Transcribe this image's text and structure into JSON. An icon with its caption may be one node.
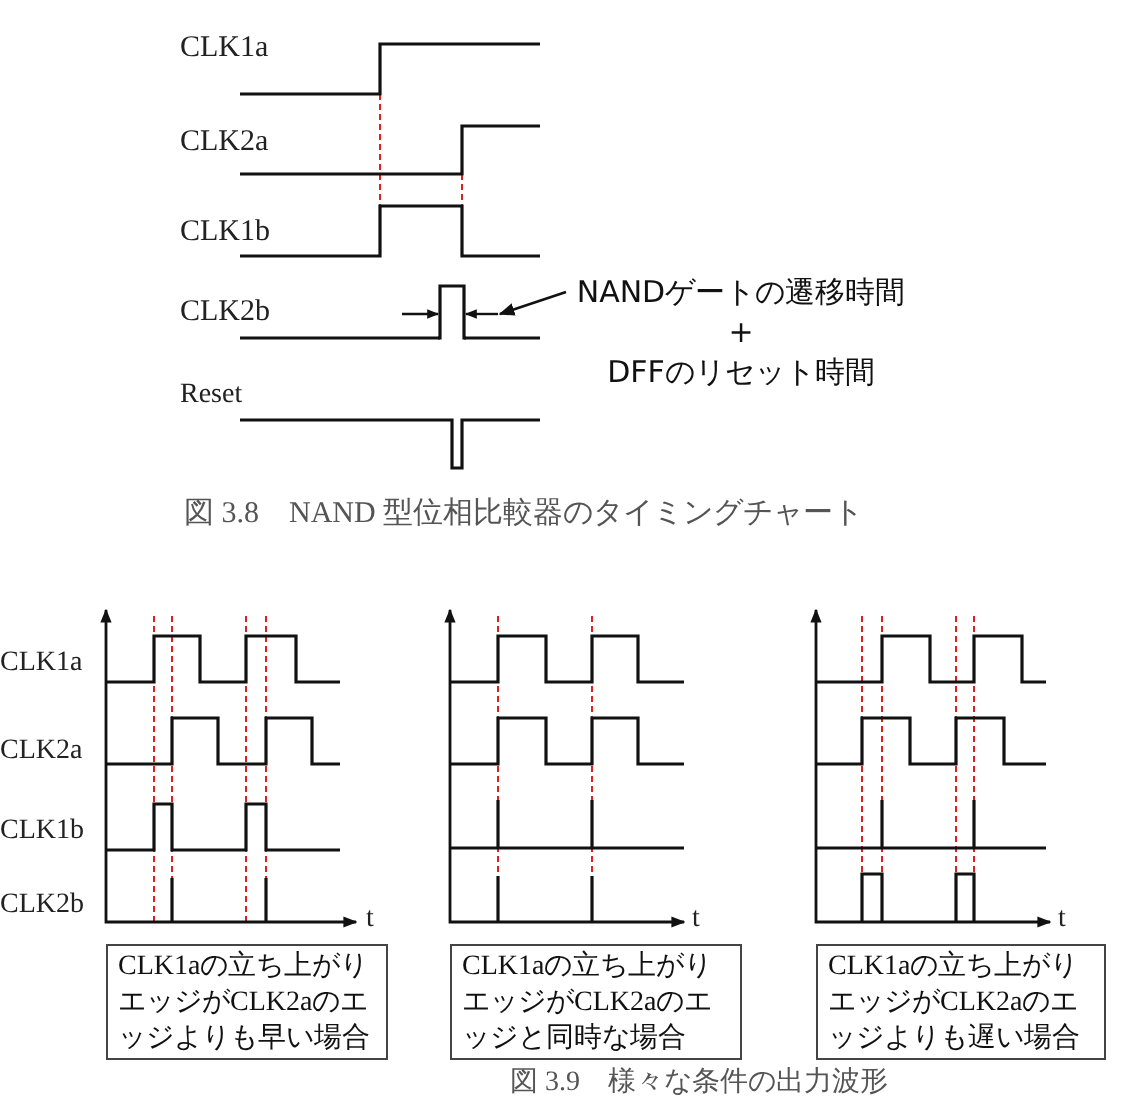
{
  "diagram": {
    "nodes": [
      {
        "text": [
          "NANDゲートの遷移時間",
          "+",
          "DFFのリセット時間"
        ]
      },
      {
        "text": [],
        "shape": "bar"
      },
      {
        "text": [
          "CLK1aの立ち上がりエッジがCLK2aのエッジよりも早い場合"
        ]
      },
      {
        "text": [
          "CLK1aの立ち上がりエッジがCLK2aのエッジと同時な場合"
        ]
      },
      {
        "text": [
          "CLK1aの立ち上がりエッジがCLK2aのエッジよりも遅い場合"
        ]
      }
    ],
    "edges": [
      {
        "from": 0,
        "to": 1,
        "arrow": "to"
      }
    ],
    "labels": [
      "CLK1a",
      "CLK2a",
      "CLK1b",
      "CLK2b",
      "Reset",
      "図 3.8　NAND 型位相比較器のタイミングチャート",
      "CLK1a",
      "CLK2a",
      "CLK1b",
      "CLK2b",
      "t",
      "t",
      "t",
      "図 3.9　様々な条件の出力波形"
    ]
  }
}
